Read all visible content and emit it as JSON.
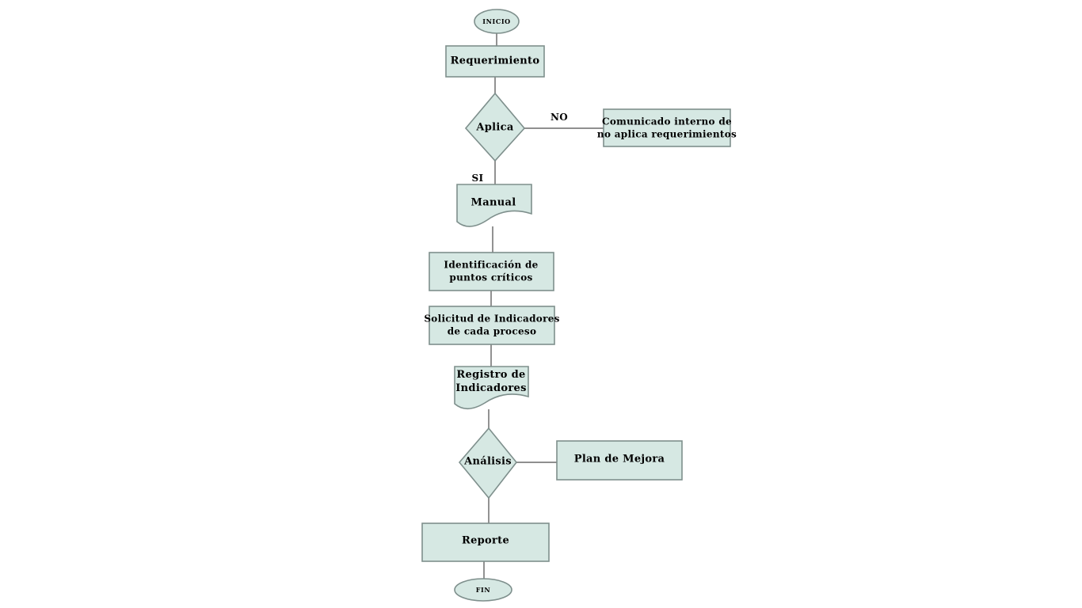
{
  "diagram": {
    "type": "flowchart",
    "language": "es",
    "colors": {
      "background": "#ffffff",
      "node_fill": "#d6e8e3",
      "node_stroke": "#7e8f8c",
      "connector": "#7f7f7f",
      "text": "#000000"
    },
    "nodes": {
      "inicio": {
        "label": "INICIO",
        "shape": "terminator"
      },
      "requerimiento": {
        "label": "Requerimiento",
        "shape": "process"
      },
      "aplica": {
        "label": "Aplica",
        "shape": "decision"
      },
      "comunicado": {
        "label": "Comunicado interno de\nno aplica requerimientos",
        "shape": "process"
      },
      "manual": {
        "label": "Manual",
        "shape": "document"
      },
      "identificacion": {
        "label": "Identificación de\npuntos críticos",
        "shape": "process"
      },
      "solicitud": {
        "label": "Solicitud de Indicadores\nde cada proceso",
        "shape": "process"
      },
      "registro": {
        "label": "Registro de\nIndicadores",
        "shape": "document"
      },
      "analisis": {
        "label": "Análisis",
        "shape": "decision"
      },
      "plan": {
        "label": "Plan de Mejora",
        "shape": "process"
      },
      "reporte": {
        "label": "Reporte",
        "shape": "process"
      },
      "fin": {
        "label": "FIN",
        "shape": "terminator"
      }
    },
    "edges": [
      {
        "from": "inicio",
        "to": "requerimiento",
        "label": ""
      },
      {
        "from": "requerimiento",
        "to": "aplica",
        "label": ""
      },
      {
        "from": "aplica",
        "to": "comunicado",
        "label": "NO"
      },
      {
        "from": "aplica",
        "to": "manual",
        "label": "SI"
      },
      {
        "from": "manual",
        "to": "identificacion",
        "label": ""
      },
      {
        "from": "identificacion",
        "to": "solicitud",
        "label": ""
      },
      {
        "from": "solicitud",
        "to": "registro",
        "label": ""
      },
      {
        "from": "registro",
        "to": "analisis",
        "label": ""
      },
      {
        "from": "analisis",
        "to": "plan",
        "label": ""
      },
      {
        "from": "analisis",
        "to": "reporte",
        "label": ""
      },
      {
        "from": "reporte",
        "to": "fin",
        "label": ""
      }
    ]
  }
}
